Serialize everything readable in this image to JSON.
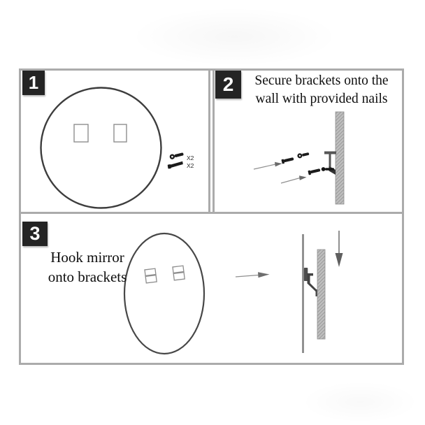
{
  "diagram_title": "mirror-wall-mounting-instructions",
  "steps": [
    {
      "number": "1",
      "description": "mirror back with two bracket slots and included hardware",
      "hardware": [
        {
          "icon": "screw-icon",
          "label": "X2"
        },
        {
          "icon": "nail-icon",
          "label": "X2"
        }
      ]
    },
    {
      "number": "2",
      "instruction": {
        "line1": "Secure brackets onto the",
        "line2": "wall with provided nails"
      }
    },
    {
      "number": "3",
      "instruction": {
        "line1": "Hook mirror",
        "line2": "onto brackets"
      }
    }
  ],
  "colors": {
    "panel_border": "#ababab",
    "badge_background": "#242424",
    "badge_text": "#ffffff",
    "instruction_text": "#0e0e0e",
    "outline_dark": "#3d3d3d",
    "outline_light": "#8f8f8f",
    "wall_fill": "#bfbfbf",
    "hardware_fill": "#1b1b1b"
  }
}
